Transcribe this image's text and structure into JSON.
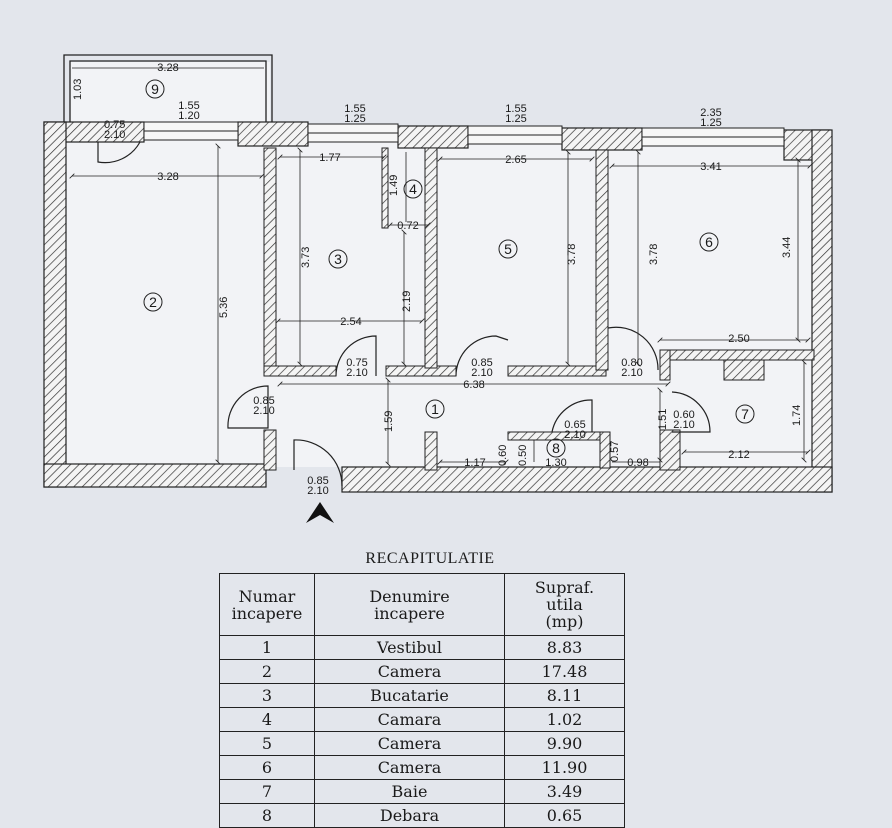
{
  "plan": {
    "balcony": {
      "width_label": "3.28",
      "depth_label": "1.03",
      "room_label": "9",
      "door_label_top": "0.75",
      "door_label_bottom": "2.10"
    },
    "windows": [
      {
        "top": "1.55",
        "bottom": "1.20"
      },
      {
        "top": "1.55",
        "bottom": "1.25"
      },
      {
        "top": "1.55",
        "bottom": "1.25"
      },
      {
        "top": "2.35",
        "bottom": "1.25"
      }
    ],
    "dimensions": {
      "room2_width": "3.28",
      "room2_height": "5.36",
      "room3_top_width": "1.77",
      "room3_height": "3.73",
      "room3_width": "2.54",
      "room3_inner": "2.19",
      "room4_height": "1.49",
      "room4_width": "0.72",
      "room5_width": "2.65",
      "room5_height": "3.78",
      "room6_width": "3.41",
      "room6_left_height": "3.78",
      "room6_right_height": "3.44",
      "room6_bottom": "2.50",
      "hall_width": "6.38",
      "hall_height": "1.59",
      "hall_left_segment": "1.17",
      "room8_depth": "0.50",
      "room8_width": "1.30",
      "room8_side": "0.57",
      "room8_door_width": "0.60",
      "bath_width": "2.12",
      "bath_height": "1.74",
      "bath_wall": "1.51",
      "bath_corner": "0.98"
    },
    "doors": [
      {
        "top": "0.75",
        "bottom": "2.10"
      },
      {
        "top": "0.85",
        "bottom": "2.10"
      },
      {
        "top": "0.80",
        "bottom": "2.10"
      },
      {
        "top": "0.85",
        "bottom": "2.10"
      },
      {
        "top": "0.65",
        "bottom": "2.10"
      },
      {
        "top": "0.60",
        "bottom": "2.10"
      },
      {
        "top": "0.85",
        "bottom": "2.10"
      }
    ],
    "room_labels": [
      "1",
      "2",
      "3",
      "4",
      "5",
      "6",
      "7",
      "8"
    ]
  },
  "recap": {
    "title": "RECAPITULATIE",
    "headers": [
      "Numar\nincapere",
      "Denumire\nincapere",
      "Supraf.\nutila\n(mp)"
    ],
    "rows": [
      {
        "num": "1",
        "name": "Vestibul",
        "area": "8.83"
      },
      {
        "num": "2",
        "name": "Camera",
        "area": "17.48"
      },
      {
        "num": "3",
        "name": "Bucatarie",
        "area": "8.11"
      },
      {
        "num": "4",
        "name": "Camara",
        "area": "1.02"
      },
      {
        "num": "5",
        "name": "Camera",
        "area": "9.90"
      },
      {
        "num": "6",
        "name": "Camera",
        "area": "11.90"
      },
      {
        "num": "7",
        "name": "Baie",
        "area": "3.49"
      },
      {
        "num": "8",
        "name": "Debara",
        "area": "0.65"
      }
    ]
  }
}
